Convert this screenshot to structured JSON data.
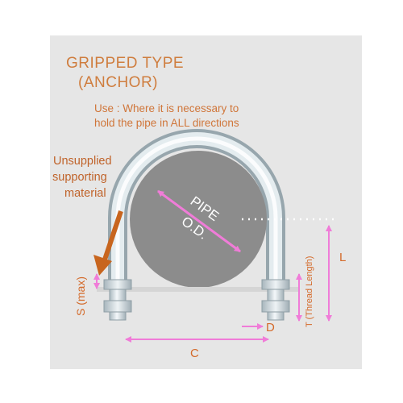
{
  "title": {
    "line1": "GRIPPED TYPE",
    "line2": "(ANCHOR)"
  },
  "use_note": {
    "line1": "Use : Where it is necessary to",
    "line2": "hold the pipe in ALL directions"
  },
  "support_note": {
    "line1": "Unsupplied",
    "line2": "supporting",
    "line3": "material"
  },
  "labels": {
    "pipe": "PIPE",
    "od": "O.D.",
    "s": "S (max)",
    "t": "T (Thread Length)",
    "l": "L",
    "d": "D",
    "c": "C"
  },
  "colors": {
    "title": "#cf7d3e",
    "note": "#d0763a",
    "arrow": "#c8651e",
    "dimension": "#f07cd8",
    "pipe": "#8c8c8c",
    "bolt": "#c9d6db",
    "panel": "#e6e6e6"
  }
}
